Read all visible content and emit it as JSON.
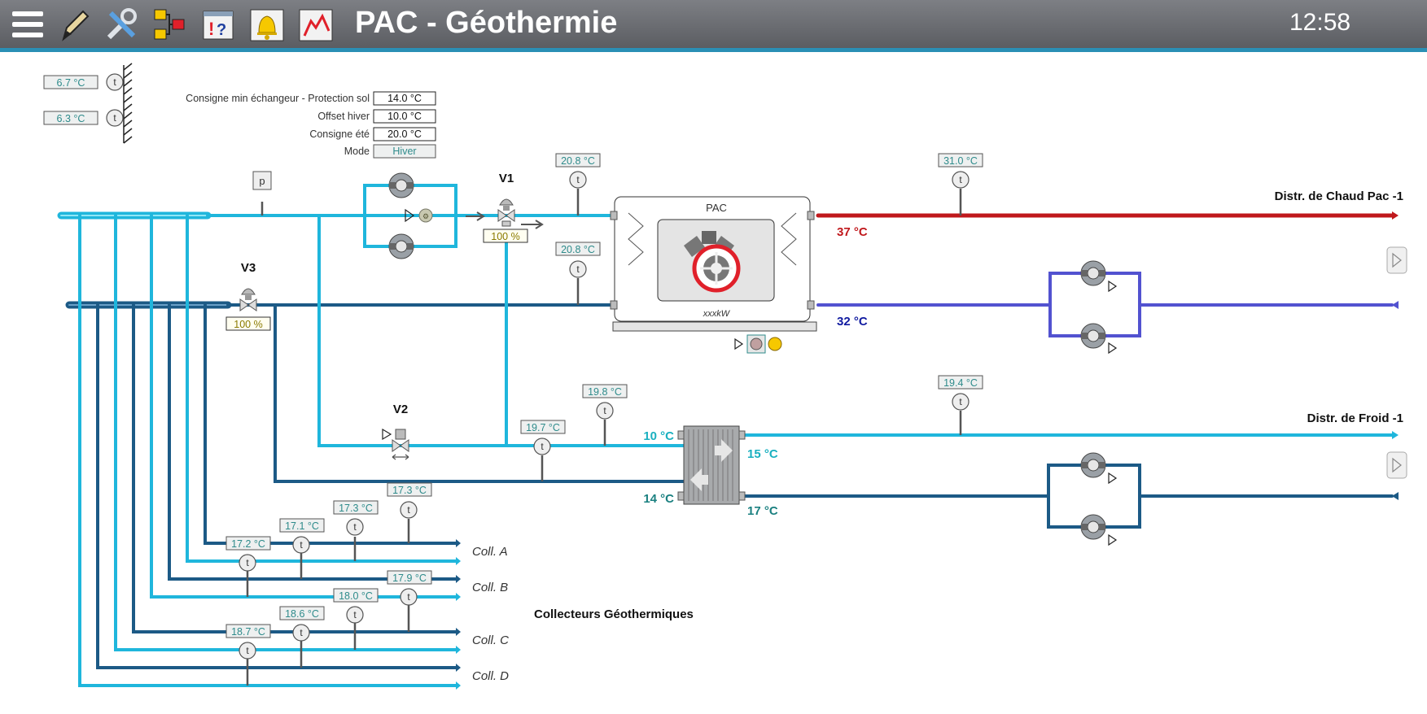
{
  "header": {
    "title": "PAC - Géothermie",
    "clock": "12:58",
    "icons": [
      "menu-icon",
      "edit-pencil-icon",
      "tools-icon",
      "hierarchy-icon",
      "help-alarm-icon",
      "bell-icon",
      "trend-chart-icon"
    ]
  },
  "outdoor": {
    "temp1": "6.7 °C",
    "temp2": "6.3 °C"
  },
  "settings": [
    {
      "label": "Consigne min échangeur - Protection sol",
      "value": "14.0 °C"
    },
    {
      "label": "Offset hiver",
      "value": "10.0 °C"
    },
    {
      "label": "Consigne été",
      "value": "20.0 °C"
    },
    {
      "label": "Mode",
      "value": "Hiver"
    }
  ],
  "sensor_letter": "t",
  "pressure_letter": "p",
  "valves": {
    "v1": {
      "name": "V1",
      "position": "100 %"
    },
    "v2": {
      "name": "V2"
    },
    "v3": {
      "name": "V3",
      "position": "100 %"
    }
  },
  "pac": {
    "label": "PAC",
    "power": "xxxkW",
    "supply_in": "20.8 °C",
    "return_in": "20.8 °C",
    "hot_out": "37 °C",
    "cold_out": "32 °C",
    "hot_sensor": "31.0 °C"
  },
  "distr_chaud": "Distr. de Chaud Pac -1",
  "distr_froid": "Distr. de Froid -1",
  "exchanger": {
    "in_top": "10 °C",
    "in_bottom": "14 °C",
    "out_top": "15 °C",
    "out_bottom": "17 °C",
    "sensor_a": "19.7 °C",
    "sensor_b": "19.8 °C",
    "froid_sensor": "19.4 °C"
  },
  "collectors": {
    "title": "Collecteurs Géothermiques",
    "names": [
      "Coll. A",
      "Coll. B",
      "Coll. C",
      "Coll. D"
    ],
    "temps": [
      "17.3 °C",
      "17.3 °C",
      "17.1 °C",
      "17.2 °C",
      "17.9 °C",
      "18.0 °C",
      "18.6 °C",
      "18.7 °C"
    ]
  },
  "colors": {
    "light_pipe": "#1fb6dc",
    "dark_pipe": "#1c5a86",
    "hot_pipe": "#c0181c",
    "purple_pipe": "#5252d0",
    "value_text": "#2e8b8b",
    "hot_text": "#c0181c",
    "blue_text": "#101aa0",
    "cyan_text": "#1ab0c0",
    "teal_text": "#1a8080"
  }
}
